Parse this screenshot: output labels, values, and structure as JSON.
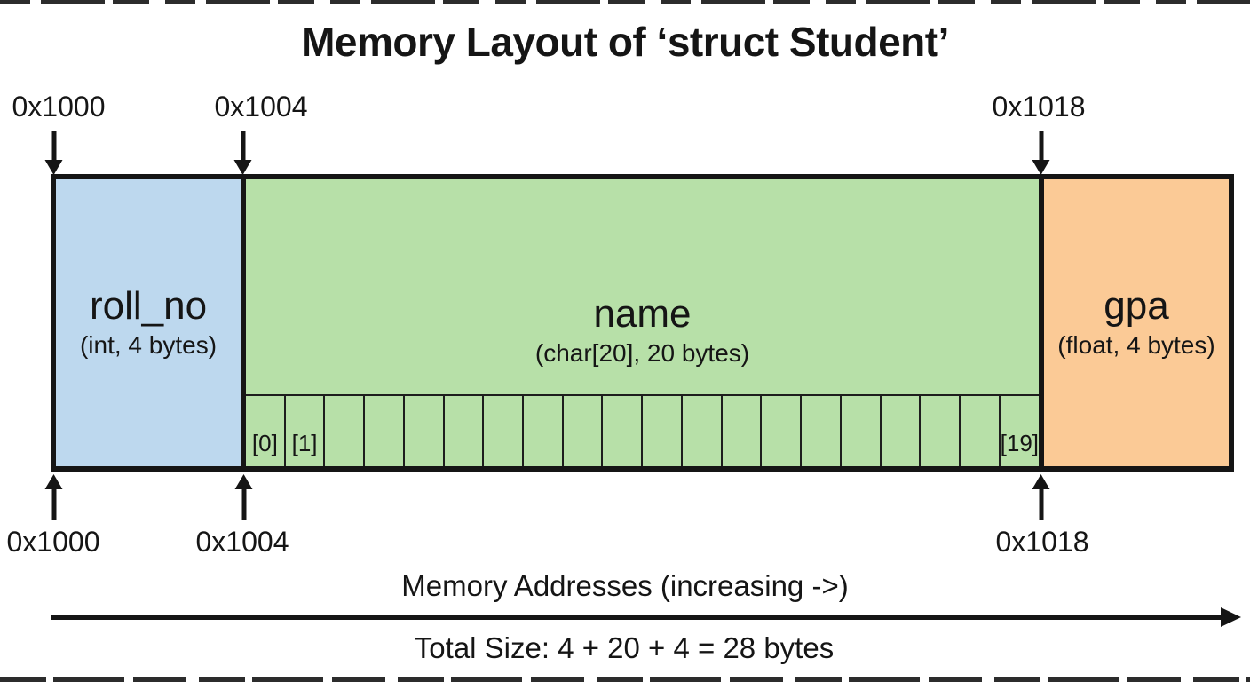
{
  "title": "Memory Layout of ‘struct Student’",
  "addresses": {
    "top": [
      {
        "label": "0x1000"
      },
      {
        "label": "0x1004"
      },
      {
        "label": "0x1018"
      }
    ],
    "bottom": [
      {
        "label": "0x1000"
      },
      {
        "label": "0x1004"
      },
      {
        "label": "0x1018"
      }
    ]
  },
  "struct": {
    "fields": [
      {
        "id": "roll_no",
        "name": "roll_no",
        "detail": "(int, 4 bytes)",
        "color": "#BDD8EE"
      },
      {
        "id": "name",
        "name": "name",
        "detail": "(char[20], 20 bytes)",
        "color": "#B7E0A8",
        "cells": [
          "[0]",
          "[1]",
          "",
          "",
          "",
          "",
          "",
          "",
          "",
          "",
          "",
          "",
          "",
          "",
          "",
          "",
          "",
          "",
          "",
          "[19]"
        ]
      },
      {
        "id": "gpa",
        "name": "gpa",
        "detail": "(float, 4 bytes)",
        "color": "#FBCA96"
      }
    ]
  },
  "axis": {
    "label": "Memory Addresses (increasing ->)"
  },
  "total_size": "Total Size: 4 + 20 + 4 = 28 bytes",
  "colors": {
    "roll_no": "#BDD8EE",
    "name_field": "#B7E0A8",
    "gpa": "#FBCA96",
    "line": "#151515"
  }
}
